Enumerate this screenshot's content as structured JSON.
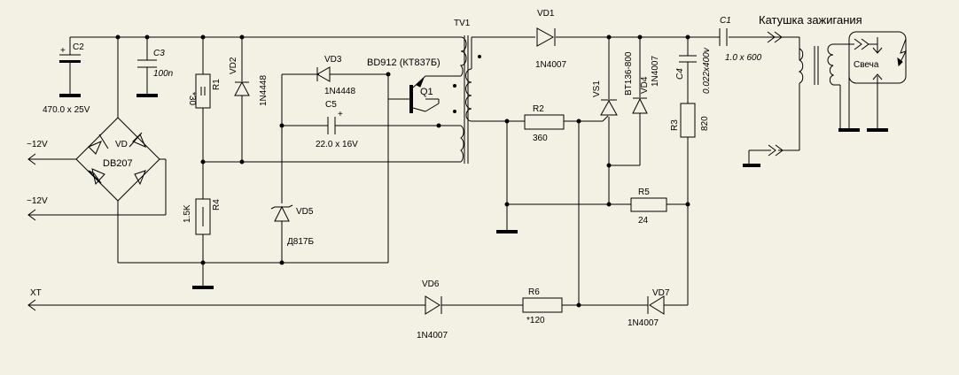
{
  "title": "Катушка зажигания",
  "spark_plug": "Свеча",
  "inputs": {
    "ac1": "~12V",
    "ac2": "~12V",
    "xt": "XT"
  },
  "bridge": {
    "ref": "VD",
    "part": "DB207"
  },
  "components": {
    "c2": {
      "ref": "C2",
      "value": "470.0 x 25V"
    },
    "c3": {
      "ref": "C3",
      "value": "100n"
    },
    "r1": {
      "ref": "R1",
      "value": "*30"
    },
    "vd2": {
      "ref": "VD2",
      "value": "1N4448"
    },
    "vd3": {
      "ref": "VD3",
      "value": "1N4448"
    },
    "q1": {
      "ref": "Q1",
      "value": "BD912 (КТ837Б)"
    },
    "c5": {
      "ref": "C5",
      "value": "22.0 x 16V"
    },
    "r4": {
      "ref": "R4",
      "value": "1.5K"
    },
    "vd5": {
      "ref": "VD5",
      "value": "Д817Б"
    },
    "tv1": {
      "ref": "TV1"
    },
    "vd1": {
      "ref": "VD1",
      "value": "1N4007"
    },
    "r2": {
      "ref": "R2",
      "value": "360"
    },
    "vs1": {
      "ref": "VS1",
      "value": "BT136-800"
    },
    "vd4": {
      "ref": "VD4",
      "value": "1N4007"
    },
    "c4": {
      "ref": "C4",
      "value": "0.022x400v"
    },
    "r3": {
      "ref": "R3",
      "value": "820"
    },
    "r5": {
      "ref": "R5",
      "value": "24"
    },
    "c1": {
      "ref": "C1",
      "value": "1.0 x 600"
    },
    "vd6": {
      "ref": "VD6",
      "value": "1N4007"
    },
    "r6": {
      "ref": "R6",
      "value": "*120"
    },
    "vd7": {
      "ref": "VD7",
      "value": "1N4007"
    }
  },
  "plus_sign": "+"
}
